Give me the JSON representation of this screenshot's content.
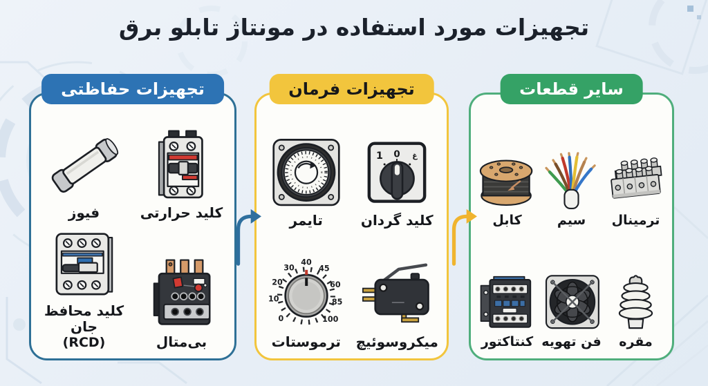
{
  "title": "تجهیزات مورد استفاده در مونتاژ تابلو برق",
  "colors": {
    "background": "#e9eff6",
    "panel_background": "#fdfdfa",
    "protective_badge_blue": "#2d73b4",
    "protective_border_blue": "#2e7096",
    "control_badge_yellow": "#f2c53d",
    "other_badge_green": "#35a266",
    "other_border_green": "#4fae7c",
    "arrow_blue": "#2e6f9e",
    "arrow_yellow": "#f0b42e",
    "title_color": "#1b212b"
  },
  "sections": [
    {
      "name": "protective-equipment",
      "header": "تجهیزات حفاظتی",
      "items": [
        {
          "label": "فیوز",
          "icon": "fuse-icon"
        },
        {
          "label": "کلید حرارتی",
          "icon": "thermal-breaker-icon"
        },
        {
          "label": "کلید محافظ جان",
          "sublabel": "(RCD)",
          "icon": "rcd-icon"
        },
        {
          "label": "بی‌متال",
          "icon": "bimetal-relay-icon"
        }
      ]
    },
    {
      "name": "control-equipment",
      "header": "تجهیزات فرمان",
      "items": [
        {
          "label": "تایمر",
          "icon": "timer-icon"
        },
        {
          "label": "کلید گردان",
          "icon": "rotary-switch-icon",
          "dial_markings": [
            "1",
            "0",
            "غ"
          ]
        },
        {
          "label": "ترموستات",
          "icon": "thermostat-icon",
          "dial_numbers": [
            "0",
            "10",
            "20",
            "30",
            "40",
            "45",
            "60",
            "85",
            "100"
          ]
        },
        {
          "label": "میکروسوئیچ",
          "icon": "microswitch-icon"
        }
      ]
    },
    {
      "name": "other-parts",
      "header": "سایر قطعات",
      "items": [
        {
          "label": "کابل",
          "icon": "cable-spool-icon"
        },
        {
          "label": "سیم",
          "icon": "wire-icon"
        },
        {
          "label": "ترمینال",
          "icon": "terminal-block-icon"
        },
        {
          "label": "کنتاکتور",
          "icon": "contactor-icon"
        },
        {
          "label": "فن تهویه",
          "icon": "ventilation-fan-icon"
        },
        {
          "label": "مقره",
          "icon": "insulator-icon"
        }
      ]
    }
  ],
  "arrows": [
    {
      "name": "protective-to-control",
      "color": "#2e6f9e",
      "direction": "right"
    },
    {
      "name": "control-to-other",
      "color": "#f0b42e",
      "direction": "right"
    }
  ]
}
